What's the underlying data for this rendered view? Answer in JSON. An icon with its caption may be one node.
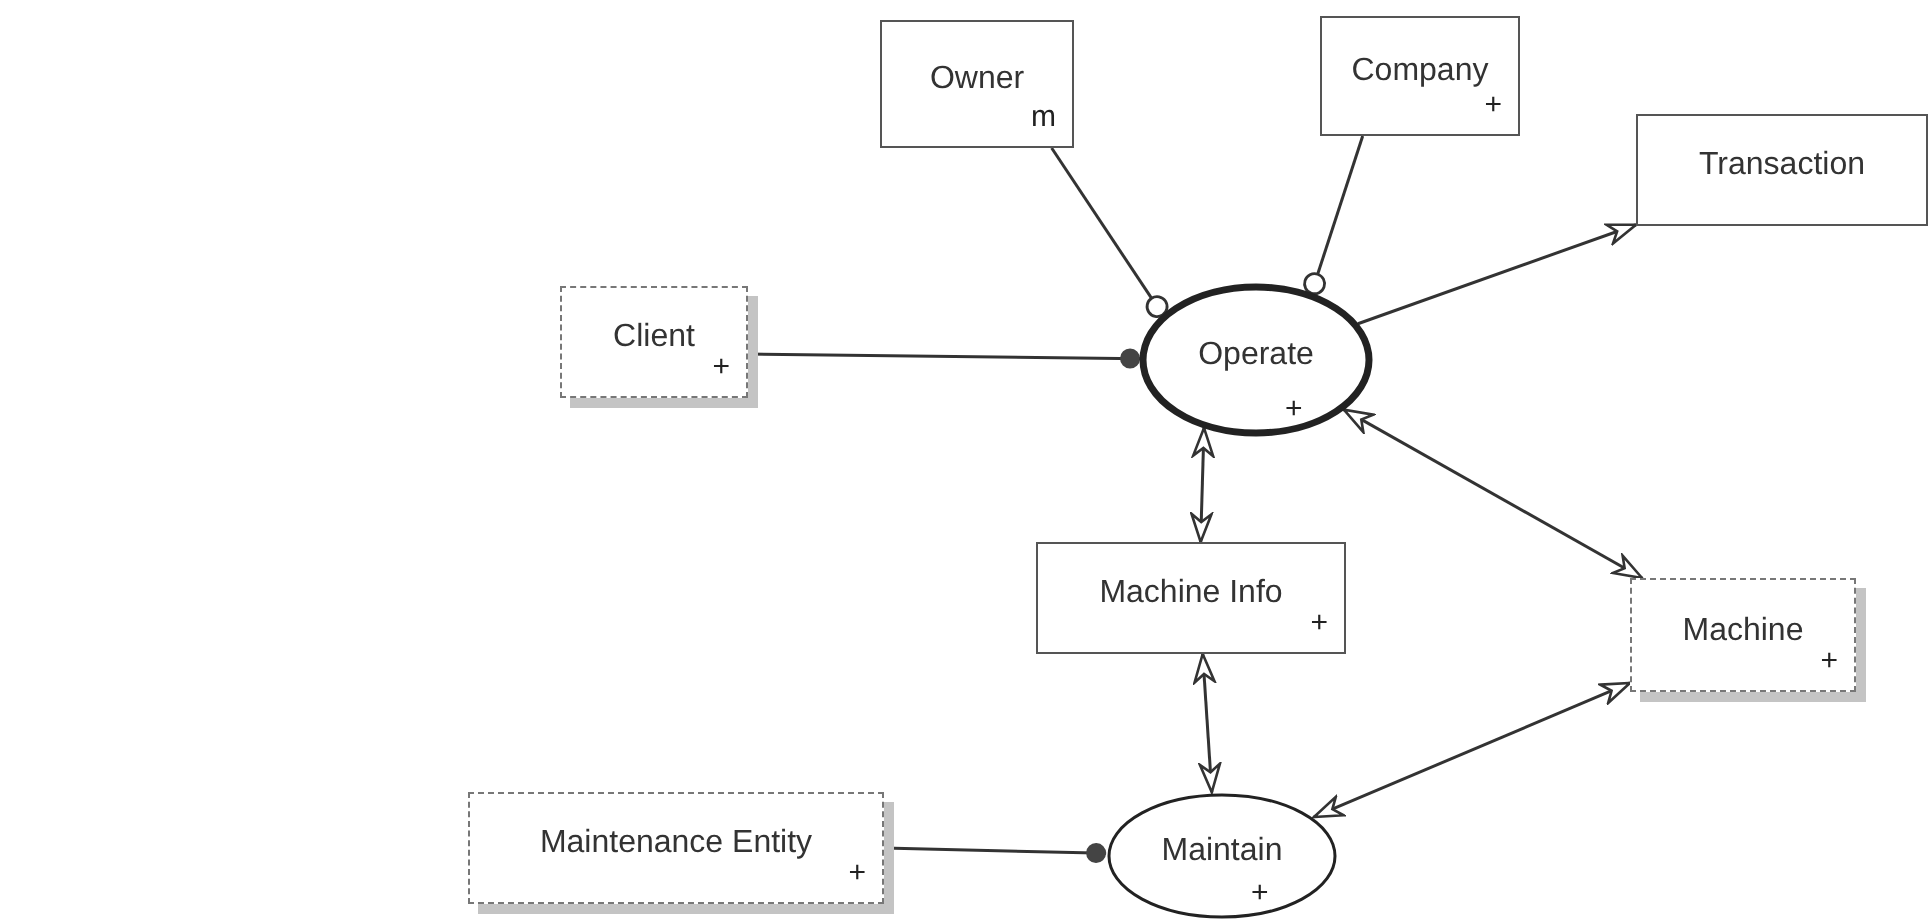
{
  "diagram": {
    "nodes": [
      {
        "text": [
          "Owner",
          "m"
        ]
      },
      {
        "text": [
          "Company",
          "+"
        ]
      },
      {
        "text": [
          "Transaction"
        ]
      },
      {
        "text": [
          "Client",
          "+"
        ]
      },
      {
        "text": [
          "Operate",
          "+"
        ]
      },
      {
        "text": [
          "Machine Info",
          "+"
        ]
      },
      {
        "text": [
          "Machine",
          "+"
        ]
      },
      {
        "text": [
          "Maintenance Entity",
          "+"
        ]
      },
      {
        "text": [
          "Maintain",
          "+"
        ]
      }
    ],
    "edges": [
      {
        "from": 0,
        "to": 4,
        "arrow": "other"
      },
      {
        "from": 1,
        "to": 4,
        "arrow": "other"
      },
      {
        "from": 3,
        "to": 4,
        "arrow": "other"
      },
      {
        "from": 4,
        "to": 2,
        "arrow": "to"
      },
      {
        "from": 4,
        "to": 5,
        "arrow": "both"
      },
      {
        "from": 4,
        "to": 6,
        "arrow": "both"
      },
      {
        "from": 5,
        "to": 8,
        "arrow": "both"
      },
      {
        "from": 6,
        "to": 8,
        "arrow": "both"
      },
      {
        "from": 7,
        "to": 8,
        "arrow": "other"
      }
    ]
  }
}
